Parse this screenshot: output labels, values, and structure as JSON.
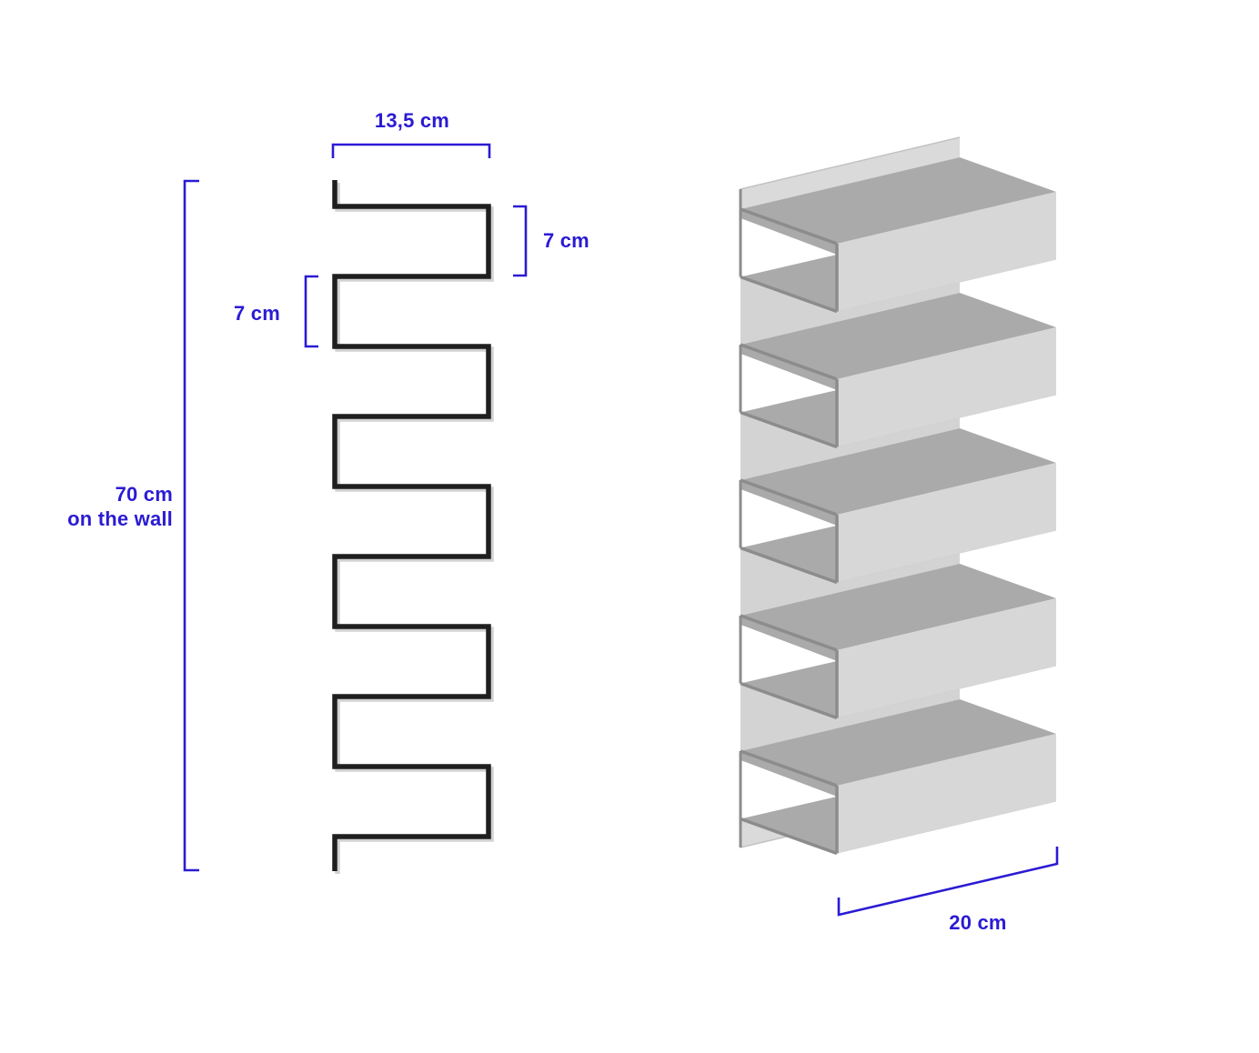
{
  "figure": {
    "type": "diagram",
    "subject": "Zigzag wall shelf: 2D side profile with dimension annotations and 3D perspective view"
  },
  "annotations": {
    "finger_width_label": "13,5 cm",
    "gap_right_label": "7 cm",
    "gap_left_label": "7 cm",
    "height_label_line1": "70 cm",
    "height_label_line2": "on the wall",
    "depth_label": "20 cm"
  },
  "dimensions_cm": {
    "shelf_finger_depth": 13.5,
    "gap_between_fingers": 7,
    "height_on_wall": 70,
    "shelf_width": 20
  },
  "colors": {
    "accent_blue": "#2b1bd3",
    "profile_black": "#1f1f1f",
    "profile_shadow": "#d2d2d2",
    "shelf_top_gray": "#aaaaaa",
    "shelf_face_gray": "#d7d7d7",
    "shelf_wall_web_gray": "#d3d3d3",
    "shelf_flap_gray": "#dadada",
    "shelf_edge_gray": "#8c8c8c",
    "background": "#ffffff"
  }
}
